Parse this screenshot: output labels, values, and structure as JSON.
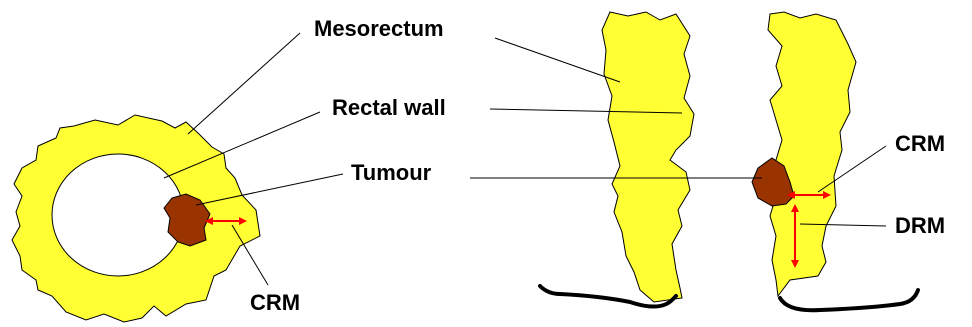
{
  "labels": {
    "mesorectum": "Mesorectum",
    "rectal_wall": "Rectal wall",
    "tumour": "Tumour",
    "crm_left": "CRM",
    "crm_right": "CRM",
    "drm": "DRM"
  },
  "colors": {
    "mesorectum_fill": "#ffff33",
    "tumour_fill": "#993300",
    "arrow": "#ff0000",
    "outline": "#000000"
  }
}
